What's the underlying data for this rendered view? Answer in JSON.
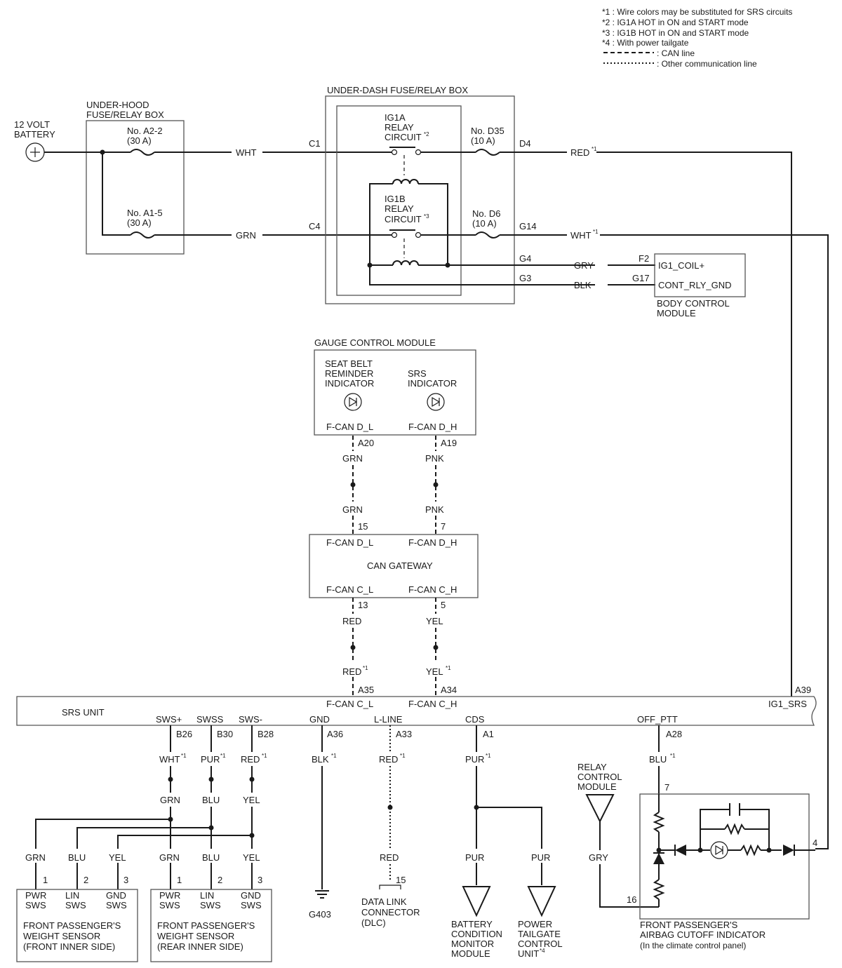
{
  "legend": {
    "n1": "*1 : Wire colors may be substituted for SRS circuits",
    "n2": "*2 : IG1A HOT in ON and START mode",
    "n3": "*3 : IG1B HOT in ON and START mode",
    "n4": "*4 : With power tailgate",
    "can": ": CAN line",
    "other": ": Other communication line"
  },
  "battery": {
    "l1": "12 VOLT",
    "l2": "BATTERY"
  },
  "underhood": {
    "l1": "UNDER-HOOD",
    "l2": "FUSE/RELAY BOX",
    "fuse1_no": "No. A2-2",
    "fuse1_a": "(30 A)",
    "fuse2_no": "No. A1-5",
    "fuse2_a": "(30 A)"
  },
  "underdash": {
    "title": "UNDER-DASH FUSE/RELAY BOX",
    "ig1a_1": "IG1A",
    "ig1a_2": "RELAY",
    "ig1a_3": "CIRCUIT",
    "ig1a_sup": "*2",
    "ig1b_1": "IG1B",
    "ig1b_2": "RELAY",
    "ig1b_3": "CIRCUIT",
    "ig1b_sup": "*3",
    "d35_no": "No. D35",
    "d35_a": "(10 A)",
    "d6_no": "No. D6",
    "d6_a": "(10 A)",
    "c1": "C1",
    "c4": "C4",
    "d4": "D4",
    "g14": "G14",
    "g4": "G4",
    "g3": "G3"
  },
  "wires": {
    "wht": "WHT",
    "grn": "GRN",
    "red": "RED",
    "wht2": "WHT",
    "gry": "GRY",
    "blk": "BLK",
    "pnk": "PNK",
    "yel": "YEL",
    "pur": "PUR",
    "blu": "BLU",
    "s1": "*1"
  },
  "bcm": {
    "f2": "F2",
    "g17": "G17",
    "coil": "IG1_COIL+",
    "gnd": "CONT_RLY_GND",
    "n1": "BODY CONTROL",
    "n2": "MODULE"
  },
  "gauge": {
    "title": "GAUGE CONTROL MODULE",
    "sb1": "SEAT BELT",
    "sb2": "REMINDER",
    "sb3": "INDICATOR",
    "srs1": "SRS",
    "srs2": "INDICATOR",
    "dl": "F-CAN D_L",
    "dh": "F-CAN D_H",
    "a20": "A20",
    "a19": "A19"
  },
  "gateway": {
    "title": "CAN GATEWAY",
    "dl": "F-CAN D_L",
    "dh": "F-CAN D_H",
    "cl": "F-CAN C_L",
    "ch": "F-CAN C_H",
    "p15": "15",
    "p7": "7",
    "p13": "13",
    "p5": "5"
  },
  "srs": {
    "title": "SRS UNIT",
    "cl": "F-CAN C_L",
    "ch": "F-CAN C_H",
    "a35": "A35",
    "a34": "A34",
    "a39": "A39",
    "ig1": "IG1_SRS",
    "swsp": "SWS+",
    "swss": "SWSS",
    "swsm": "SWS-",
    "gnd": "GND",
    "lline": "L-LINE",
    "cds": "CDS",
    "offptt": "OFF_PTT",
    "b26": "B26",
    "b30": "B30",
    "b28": "B28",
    "a36": "A36",
    "a33": "A33",
    "a1": "A1",
    "a28": "A28"
  },
  "sensors": {
    "p1": "1",
    "p2": "2",
    "p3": "3",
    "pwr": "PWR",
    "lin": "LIN",
    "gnd": "GND",
    "sws": "SWS",
    "s1a": "FRONT PASSENGER'S",
    "s1b": "WEIGHT SENSOR",
    "s1c": "(FRONT INNER SIDE)",
    "s2a": "FRONT PASSENGER'S",
    "s2b": "WEIGHT SENSOR",
    "s2c": "(REAR INNER SIDE)"
  },
  "ground": {
    "g403": "G403"
  },
  "dlc": {
    "pin": "15",
    "l1": "DATA LINK",
    "l2": "CONNECTOR",
    "l3": "(DLC)"
  },
  "bcmm": {
    "l1": "BATTERY",
    "l2": "CONDITION",
    "l3": "MONITOR",
    "l4": "MODULE"
  },
  "ptcu": {
    "l1": "POWER",
    "l2": "TAILGATE",
    "l3": "CONTROL",
    "l4": "UNIT",
    "sup": "*4"
  },
  "relaymod": {
    "l1": "RELAY",
    "l2": "CONTROL",
    "l3": "MODULE"
  },
  "cutoff": {
    "p7": "7",
    "p4": "4",
    "p16": "16",
    "l1": "FRONT PASSENGER'S",
    "l2": "AIRBAG CUTOFF INDICATOR",
    "l3": "(In the climate control panel)"
  }
}
